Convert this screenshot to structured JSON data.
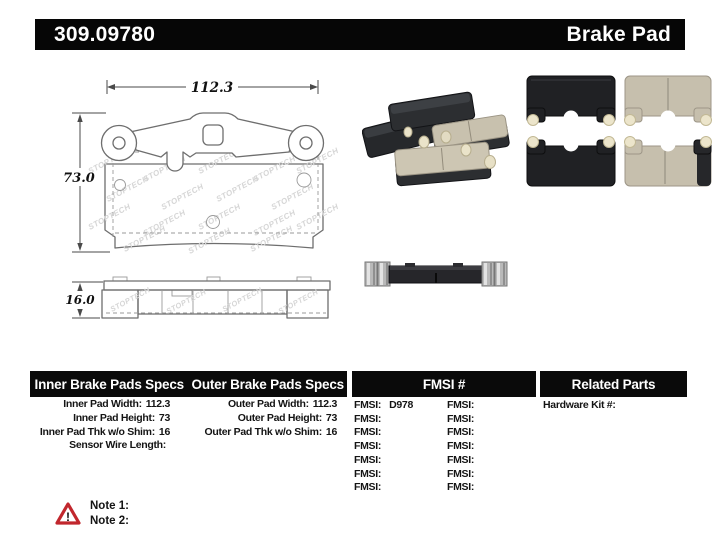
{
  "header": {
    "part_number": "309.09780",
    "title": "Brake Pad"
  },
  "drawing": {
    "width_dim": "112.3",
    "height_dim": "73.0",
    "thickness_dim": "16.0",
    "watermark": "STOPTECH"
  },
  "specs": {
    "inner": {
      "title": "Inner Brake Pads Specs",
      "rows": [
        {
          "label": "Inner Pad Width:",
          "value": "112.3"
        },
        {
          "label": "Inner Pad Height:",
          "value": "73"
        },
        {
          "label": "Inner Pad Thk w/o Shim:",
          "value": "16"
        },
        {
          "label": "Sensor Wire Length:",
          "value": ""
        }
      ]
    },
    "outer": {
      "title": "Outer Brake Pads Specs",
      "rows": [
        {
          "label": "Outer Pad Width:",
          "value": "112.3"
        },
        {
          "label": "Outer Pad Height:",
          "value": "73"
        },
        {
          "label": "Outer Pad Thk w/o Shim:",
          "value": "16"
        }
      ]
    }
  },
  "fmsi": {
    "title": "FMSI #",
    "label": "FMSI:",
    "col1_values": [
      "D978",
      "",
      "",
      "",
      "",
      "",
      ""
    ],
    "col2_values": [
      "",
      "",
      "",
      "",
      "",
      "",
      ""
    ]
  },
  "related": {
    "title": "Related Parts",
    "hardware_kit_label": "Hardware Kit #:",
    "hardware_kit_value": ""
  },
  "notes": {
    "note1": "Note 1:",
    "note2": "Note 2:"
  },
  "colors": {
    "header_bg": "#060606",
    "header_text": "#ffffff",
    "warning_red": "#c1272d"
  }
}
